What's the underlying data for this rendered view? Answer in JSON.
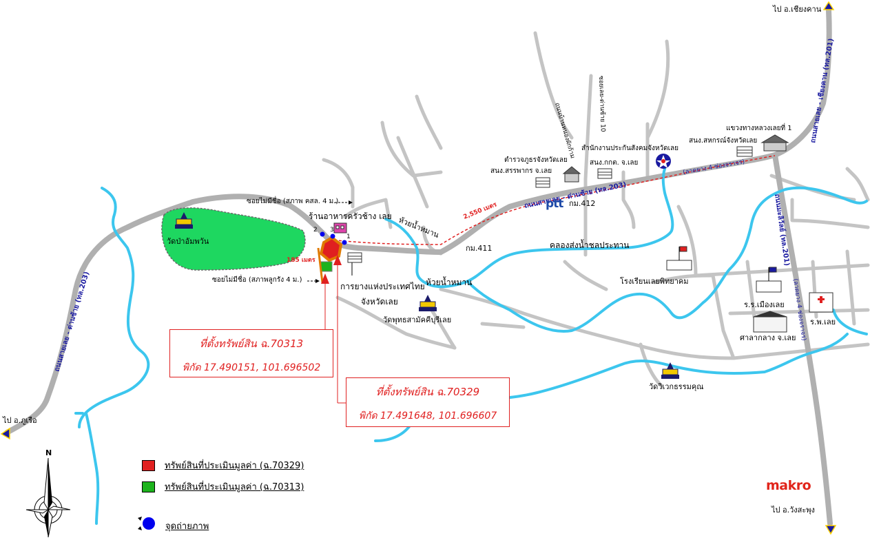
{
  "directions": {
    "chiang_khan": "ไป อ.เชียงคาน",
    "phu_ruea": "ไป อ.ภูเรือ",
    "wang_saphung": "ไป อ.วังสะพุง"
  },
  "roads": {
    "loei_dansai_left": "ถนนสายเลย - ด่านซ้าย (ทล.203)",
    "loei_dansai_top": "ถนนสายเลย - ด่านซ้าย (ทล.203)",
    "loei_chiangkhan": "ถนนสายเลย - เชียงคาน (ทล.201)",
    "mali_wan": "ถนนมะลิวัลย์ (ทล.201)",
    "four_lane_top": "(ลาดยาง 4 ช่องจราจร)",
    "four_lane_right": "(ลาดยาง 4 ช่องจราจร)",
    "ban_huai_toei": "ถนนบ้านหนองผักก้าม",
    "soi_10": "ซอยเลย-ด่านซ้าย 10",
    "canal": "คลองส่งน้ำชลประทาน",
    "huai_nam_man_1": "ห้วยน้ำหมาน",
    "huai_nam_man_2": "ห้วยน้ำหมาน",
    "km_411": "กม.411",
    "km_412": "กม.412"
  },
  "places": {
    "wat_pa": "วัดป่าอัมพวัน",
    "restaurant": "ร้านอาหารครัวช้าง เลย",
    "soi_top": "ซอยไม่มีชื่อ (สภาพ คสล. 4 ม.)",
    "soi_bottom": "ซอยไม่มีชื่อ (สภาพลูกรัง 4 ม.)",
    "pea_1": "การยางแห่งประเทศไทย",
    "pea_2": "จังหวัดเลย",
    "wat_phuttha": "วัดพุทธสามัคคีบุรีเลย",
    "police": "ตำรวจภูธรจังหวัดเลย",
    "revenue": "สนง.สรรพากร จ.เลย",
    "election": "สนง.กกต. จ.เลย",
    "social_security": "สำนักงานประกันสังคมจังหวัดเลย",
    "coop": "สนง.สหกรณ์จังหวัดเลย",
    "highway": "แขวงทางหลวงเลยที่ 1",
    "school": "โรงเรียนเลยพิทยาคม",
    "school2": "ร.ร.เมืองเลย",
    "hospital": "ร.พ.เลย",
    "city_hall": "ศาลากลาง จ.เลย",
    "wat_wiwek": "วัดวิเวกธรรมคุณ"
  },
  "distances": {
    "d1": "2,550 เมตร",
    "d2": "185 เมตร"
  },
  "photo_points": [
    "1",
    "2",
    "3"
  ],
  "assets": [
    {
      "title": "ที่ตั้งทรัพย์สิน ฉ.70313",
      "coord": "พิกัด 17.490151, 101.696502",
      "color": "#1db31d"
    },
    {
      "title": "ที่ตั้งทรัพย์สิน ฉ.70329",
      "coord": "พิกัด 17.491648, 101.696607",
      "color": "#e02020"
    }
  ],
  "legend": [
    {
      "label": "ทรัพย์สินที่ประเมินมูลค่า (ฉ.70329)",
      "color": "#e02020"
    },
    {
      "label": "ทรัพย์สินที่ประเมินมูลค่า (ฉ.70313)",
      "color": "#1db31d"
    },
    {
      "label": "จุดถ่ายภาพ",
      "color": "#0000ee"
    }
  ],
  "compass": "N",
  "brands": {
    "ptt": "ptt",
    "makro": "makro"
  },
  "colors": {
    "road": "#b8b8b8",
    "river": "#3cc6ee",
    "park": "#1ed760",
    "asset_red": "#e02020",
    "asset_green": "#1db31d",
    "route": "#e02020"
  }
}
